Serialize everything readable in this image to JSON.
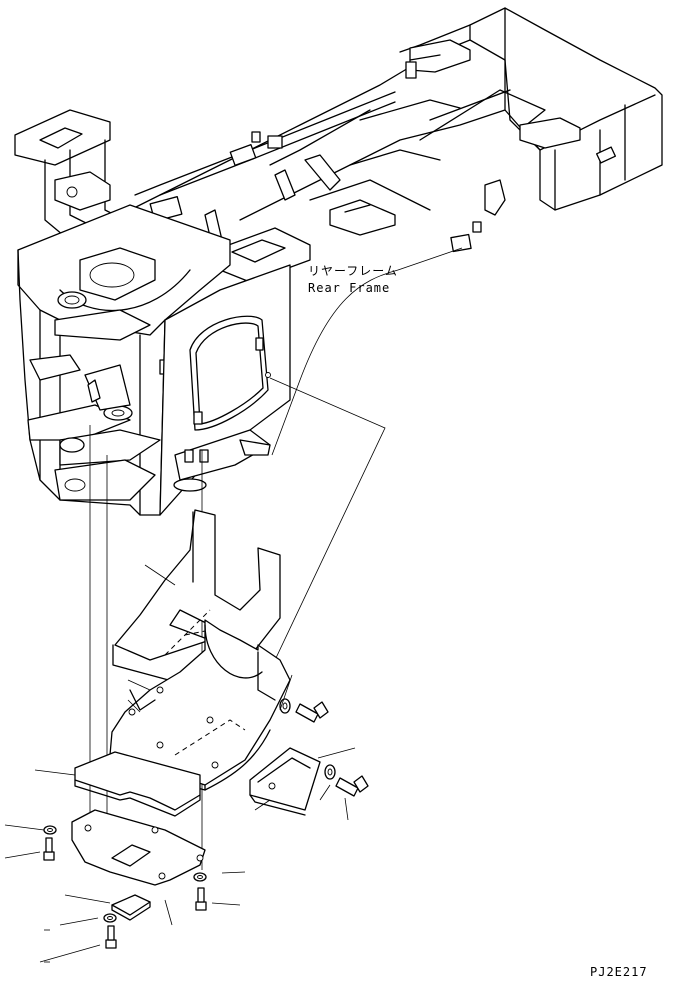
{
  "callout": {
    "label_jp": "リヤーフレーム",
    "label_en": "Rear Frame"
  },
  "drawing_code": "PJ2E217"
}
